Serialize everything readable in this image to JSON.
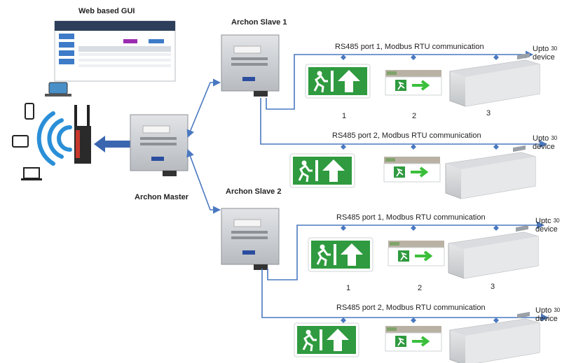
{
  "labels": {
    "web_gui": "Web based GUI",
    "slave1": "Archon Slave 1",
    "slave2": "Archon Slave 2",
    "master": "Archon Master"
  },
  "buses": [
    {
      "text": "RS485 port 1, Modbus RTU communication",
      "upto": "Upto",
      "count": "30",
      "device": "device"
    },
    {
      "text": "RS485 port 2, Modbus RTU communication",
      "upto": "Upto",
      "count": "30",
      "device": "device"
    },
    {
      "text": "RS485 port 1, Modbus RTU communication",
      "upto": "Uptc",
      "count": "30",
      "device": "device"
    },
    {
      "text": "RS485 port 2, Modbus RTU communication",
      "upto": "Upto",
      "count": "30",
      "device": "device"
    }
  ],
  "numbers": {
    "row1": [
      "1",
      "2",
      "3"
    ],
    "row3": [
      "1",
      "2",
      "3"
    ]
  },
  "colors": {
    "line": "#4a78c0",
    "exit_green": "#2f9a3f",
    "wifi": "#2b8fd8",
    "box": "#c9ccd0"
  },
  "icons": [
    "laptop-icon",
    "phone-icon",
    "tablet-icon",
    "router-icon",
    "wifi-icon",
    "exit-sign-icon",
    "exit-arrow-sign-icon",
    "bulkhead-light-icon"
  ]
}
